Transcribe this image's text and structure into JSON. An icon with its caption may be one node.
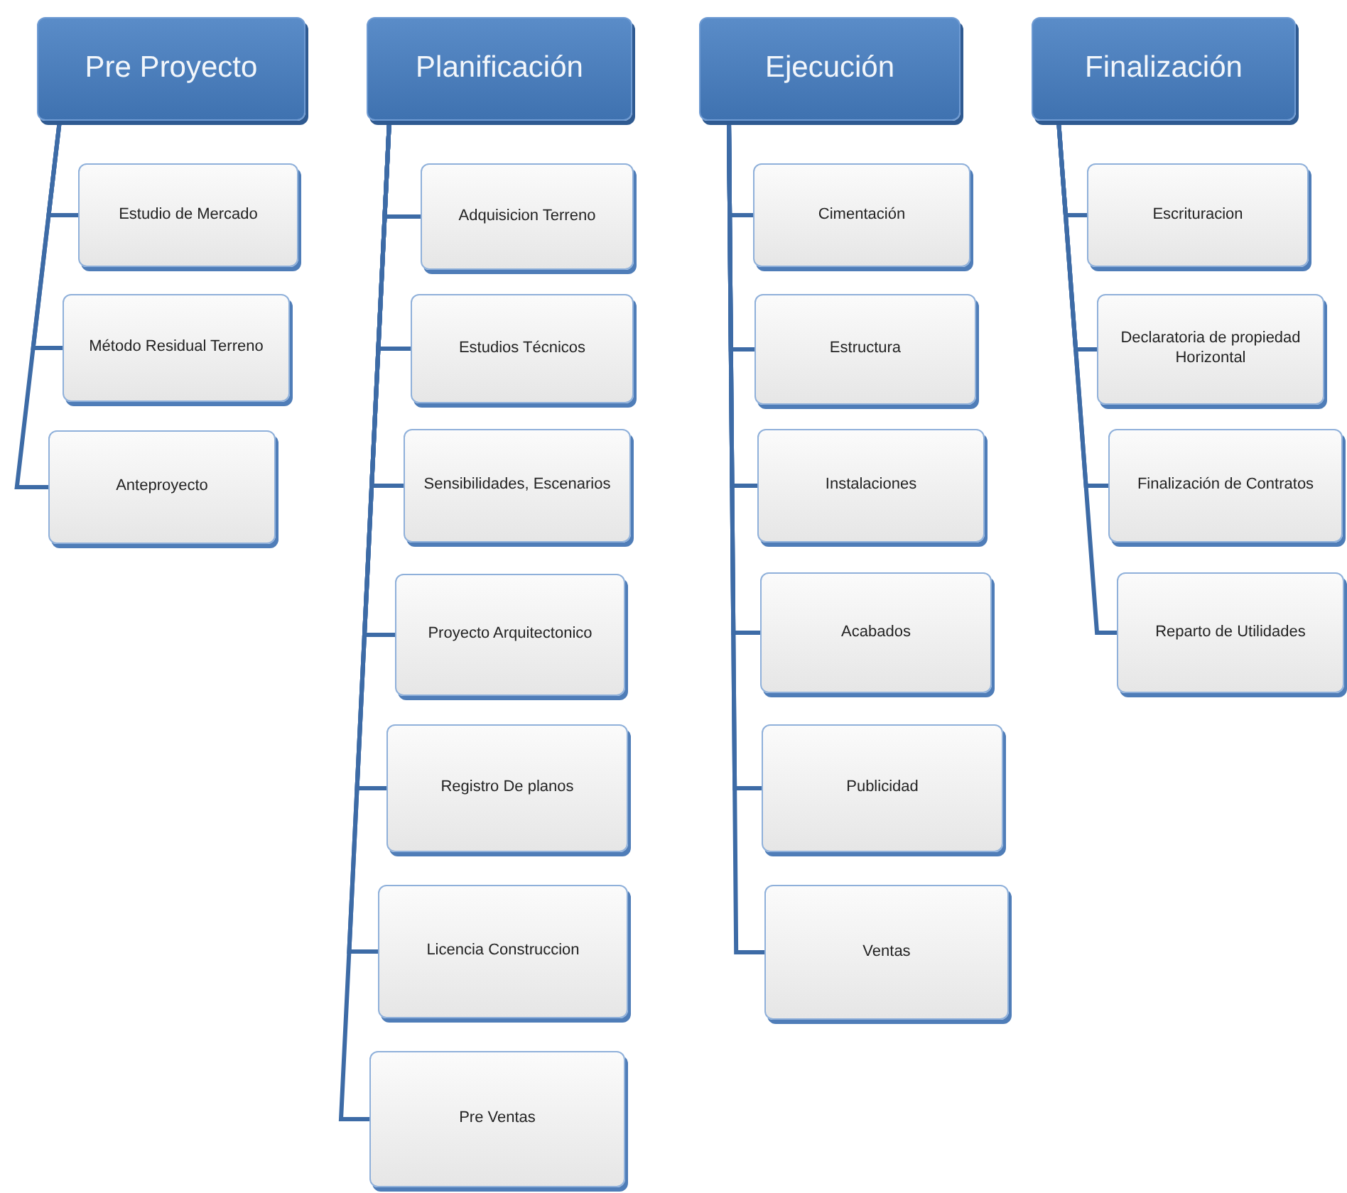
{
  "diagram": {
    "nodes": [
      {
        "text": [
          "Pre Proyecto"
        ]
      },
      {
        "text": [
          "Estudio de Mercado"
        ]
      },
      {
        "text": [
          "Método Residual Terreno"
        ]
      },
      {
        "text": [
          "Anteproyecto"
        ]
      },
      {
        "text": [
          "Planificación"
        ]
      },
      {
        "text": [
          "Adquisicion Terreno"
        ]
      },
      {
        "text": [
          "Estudios Técnicos"
        ]
      },
      {
        "text": [
          "Sensibilidades, Escenarios"
        ]
      },
      {
        "text": [
          "Proyecto Arquitectonico"
        ]
      },
      {
        "text": [
          "Registro De planos"
        ]
      },
      {
        "text": [
          "Licencia Construccion"
        ]
      },
      {
        "text": [
          "Pre Ventas"
        ]
      },
      {
        "text": [
          "Ejecución"
        ]
      },
      {
        "text": [
          "Cimentación"
        ]
      },
      {
        "text": [
          "Estructura"
        ]
      },
      {
        "text": [
          "Instalaciones"
        ]
      },
      {
        "text": [
          "Acabados"
        ]
      },
      {
        "text": [
          "Publicidad"
        ]
      },
      {
        "text": [
          "Ventas"
        ]
      },
      {
        "text": [
          "Finalización"
        ]
      },
      {
        "text": [
          "Escrituracion"
        ]
      },
      {
        "text": [
          "Declaratoria de propiedad Horizontal"
        ]
      },
      {
        "text": [
          "Finalización de Contratos"
        ]
      },
      {
        "text": [
          "Reparto de Utilidades"
        ]
      }
    ],
    "edges": [
      {
        "from": 0,
        "to": 1,
        "arrow": "none"
      },
      {
        "from": 0,
        "to": 2,
        "arrow": "none"
      },
      {
        "from": 0,
        "to": 3,
        "arrow": "none"
      },
      {
        "from": 4,
        "to": 5,
        "arrow": "none"
      },
      {
        "from": 4,
        "to": 6,
        "arrow": "none"
      },
      {
        "from": 4,
        "to": 7,
        "arrow": "none"
      },
      {
        "from": 4,
        "to": 8,
        "arrow": "none"
      },
      {
        "from": 4,
        "to": 9,
        "arrow": "none"
      },
      {
        "from": 4,
        "to": 10,
        "arrow": "none"
      },
      {
        "from": 4,
        "to": 11,
        "arrow": "none"
      },
      {
        "from": 12,
        "to": 13,
        "arrow": "none"
      },
      {
        "from": 12,
        "to": 14,
        "arrow": "none"
      },
      {
        "from": 12,
        "to": 15,
        "arrow": "none"
      },
      {
        "from": 12,
        "to": 16,
        "arrow": "none"
      },
      {
        "from": 12,
        "to": 17,
        "arrow": "none"
      },
      {
        "from": 12,
        "to": 18,
        "arrow": "none"
      },
      {
        "from": 19,
        "to": 20,
        "arrow": "none"
      },
      {
        "from": 19,
        "to": 21,
        "arrow": "none"
      },
      {
        "from": 19,
        "to": 22,
        "arrow": "none"
      },
      {
        "from": 19,
        "to": 23,
        "arrow": "none"
      }
    ]
  }
}
